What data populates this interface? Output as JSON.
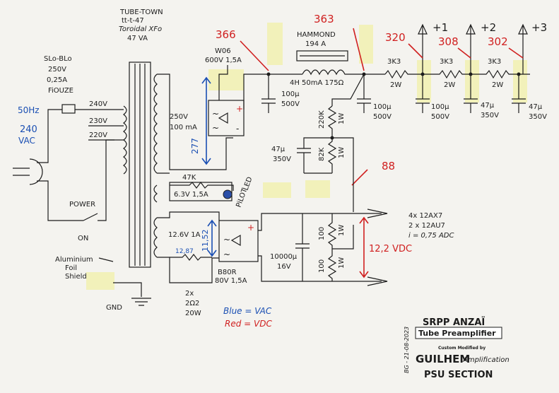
{
  "transformer": {
    "maker": "TUBE-TOWN",
    "model": "tt-t-47",
    "type": "Toroidal XFo",
    "rating": "47 VA"
  },
  "input": {
    "fuse_spec": "SLo-BLo",
    "fuse_voltage": "250V",
    "fuse_current": "0,25A",
    "fuse_label": "FiOUZE",
    "freq": "50Hz",
    "mains_v": "240",
    "mains_unit": "VAC",
    "power": "POWER",
    "on": "ON",
    "shield1": "Aluminium",
    "shield2": "Foil",
    "shield3": "Shield",
    "gnd": "GND"
  },
  "taps": {
    "t240": "240V",
    "t230": "230V",
    "t220": "220V"
  },
  "hv": {
    "winding_v": "250V",
    "winding_i": "100 mA",
    "measured": "277",
    "bridge": "W06",
    "bridge_rating": "600V 1,5A",
    "choke_make": "HAMMOND",
    "choke_model": "194 A",
    "choke_spec": "4H 50mA 175Ω",
    "cap1_val": "100µ",
    "cap1_v": "500V",
    "cap2_val": "100µ",
    "cap2_v": "500V",
    "cap3_val": "100µ",
    "cap3_v": "500V",
    "cap4_val": "47µ",
    "cap4_v": "350V",
    "cap5_val": "47µ",
    "cap5_v": "350V",
    "r1": "3K3",
    "r1w": "2W",
    "r2": "3K3",
    "r2w": "2W",
    "r3": "3K3",
    "r3w": "2W",
    "b1": "+1",
    "b2": "+2",
    "b3": "+3",
    "v366": "366",
    "v363": "363",
    "v320": "320",
    "v308": "308",
    "v302": "302",
    "div_r1": "220K",
    "div_r1w": "1W",
    "div_r2": "82K",
    "div_r2w": "1W",
    "div_cap_val": "47µ",
    "div_cap_v": "350V",
    "v88": "88"
  },
  "heater": {
    "pilot_r": "47K",
    "winding1": "6.3V 1,5A",
    "pilot": "PiLOT",
    "led": "LED",
    "winding2": "12.6V 1A",
    "meas_ac": "12,87",
    "meas_dc": "11,52",
    "bridge": "B80R",
    "bridge_rating": "80V 1,5A",
    "res_count": "2x",
    "res_val": "2Ω2",
    "res_w": "20W",
    "cap_val": "10000µ",
    "cap_v": "16V",
    "r_a": "100",
    "r_aw": "1W",
    "r_b": "100",
    "r_bw": "1W",
    "vdc": "12,2 VDC",
    "tubes1": "4x 12AX7",
    "tubes2": "2 x 12AU7",
    "current": "i = 0,75 ADC"
  },
  "legend": {
    "blue": "Blue = VAC",
    "red": "Red = VDC"
  },
  "titleblock": {
    "date": "BG - 21-08-2023",
    "title": "SRPP ANZAÏ",
    "subtitle": "Tube Preamplifier",
    "modified": "Custom Modified by",
    "brand1": "GUILHEM",
    "brand2": "Amplification",
    "section": "PSU SECTION"
  }
}
